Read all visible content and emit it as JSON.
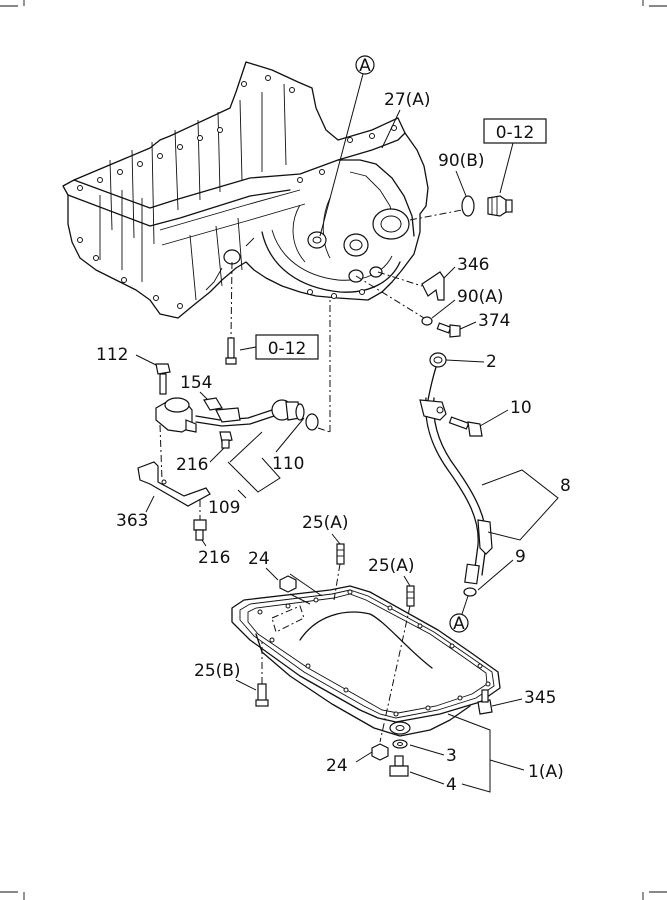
{
  "labels": {
    "ref_a_top": "A",
    "p27a": "27(A)",
    "box_top": "0-12",
    "p90b": "90(B)",
    "p346": "346",
    "p90a": "90(A)",
    "p374": "374",
    "box_mid": "0-12",
    "p2": "2",
    "p112": "112",
    "p154": "154",
    "p10": "10",
    "p216a": "216",
    "p110": "110",
    "p8": "8",
    "p363": "363",
    "p109": "109",
    "p25a_1": "25(A)",
    "p216b": "216",
    "p24a": "24",
    "p25a_2": "25(A)",
    "p9": "9",
    "ref_a_bottom": "A",
    "p25b": "25(B)",
    "p345": "345",
    "p24b": "24",
    "p3": "3",
    "p1a": "1(A)",
    "p4": "4"
  }
}
